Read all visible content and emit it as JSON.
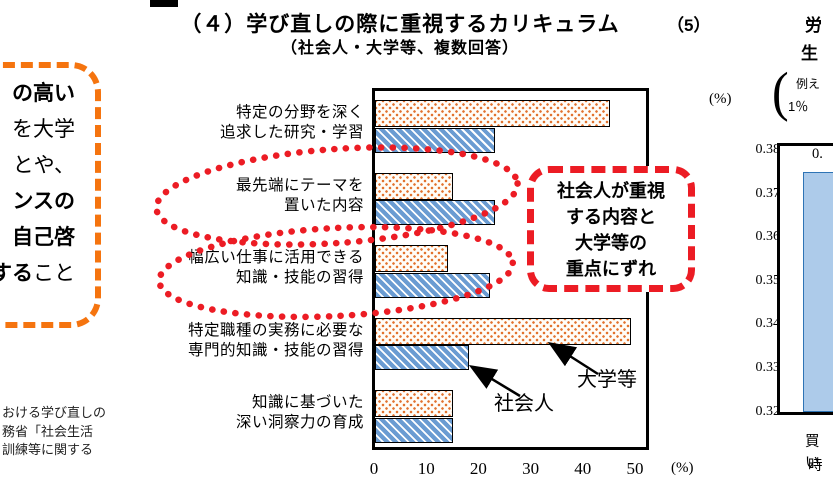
{
  "page_title": {
    "line1": "（４）学び直しの際に重視するカリキュラム",
    "line2": "（社会人・大学等、複数回答）"
  },
  "left_excerpt_box": {
    "lines": [
      [
        {
          "t": "の高い",
          "b": true
        }
      ],
      [
        {
          "t": "を大学",
          "b": false
        }
      ],
      [
        {
          "t": "とや、",
          "b": false
        }
      ],
      [
        {
          "t": "ンスの",
          "b": true
        }
      ],
      [
        {
          "t": "自己啓",
          "b": true
        }
      ],
      [
        {
          "t": "する",
          "b": true
        },
        {
          "t": "こと",
          "b": false
        }
      ]
    ],
    "border_color": "#F5740F"
  },
  "source_note_fragments": [
    "おける学び直しの",
    "務省「社会生活",
    "訓練等に関する"
  ],
  "mismatch_callout": {
    "lines": [
      "社会人が重視",
      "する内容と",
      "大学等の",
      "重点にずれ"
    ],
    "border_color": "#EC1C24"
  },
  "series_pointer_labels": {
    "university": "大学等",
    "adult": "社会人"
  },
  "colors": {
    "accent_orange": "#F5740F",
    "accent_red": "#EC1C24",
    "bar_dot_orange": "#E2732E",
    "bar_hatch_blue": "#6B9CD2",
    "right_bar_fill": "#ADCBEA",
    "right_bar_border": "#2E74B5"
  },
  "chart_data": [
    {
      "type": "bar",
      "orientation": "horizontal",
      "title": "（４）学び直しの際に重視するカリキュラム",
      "subtitle": "（社会人・大学等、複数回答）",
      "categories": [
        "特定の分野を深く追求した研究・学習",
        "最先端にテーマを置いた内容",
        "幅広い仕事に活用できる知識・技能の習得",
        "特定職種の実務に必要な専門的知識・技能の習得",
        "知識に基づいた深い洞察力の育成"
      ],
      "category_lines": [
        [
          "特定の分野を深く",
          "追求した研究・学習"
        ],
        [
          "最先端にテーマを",
          "置いた内容"
        ],
        [
          "幅広い仕事に活用できる",
          "知識・技能の習得"
        ],
        [
          "特定職種の実務に必要な",
          "専門的知識・技能の習得"
        ],
        [
          "知識に基づいた",
          "深い洞察力の育成"
        ]
      ],
      "series": [
        {
          "name": "大学等",
          "pattern": "orange-dots",
          "values": [
            45,
            15,
            14,
            49,
            15
          ]
        },
        {
          "name": "社会人",
          "pattern": "blue-hatch",
          "values": [
            23,
            23,
            22,
            18,
            15
          ]
        }
      ],
      "xlim": [
        0,
        50
      ],
      "x_ticks": [
        0,
        10,
        20,
        30,
        40,
        50
      ],
      "x_unit": "(%)",
      "grid": false,
      "legend_position": "arrow-pointers-inside-plot",
      "annotations": [
        "最先端にテーマを置いた内容と幅広い仕事に活用できる知識・技能の習得に赤点線の楕円"
      ]
    },
    {
      "type": "bar",
      "orientation": "vertical",
      "title_fragments": {
        "line1_prefix": "（5）",
        "line1_cut": "労",
        "line2_cut": "生"
      },
      "y_unit": "(%)",
      "y_ticks": [
        "0.38",
        "0.37",
        "0.36",
        "0.35",
        "0.34",
        "0.33",
        "0.32"
      ],
      "ylim": [
        0.32,
        0.38
      ],
      "bracket_note_fragments": [
        "例え",
        "1％"
      ],
      "category_fragments": [
        "買い",
        "時"
      ],
      "bar_top_label_visible": "0.",
      "values": [
        0.375
      ],
      "grid": false
    }
  ]
}
